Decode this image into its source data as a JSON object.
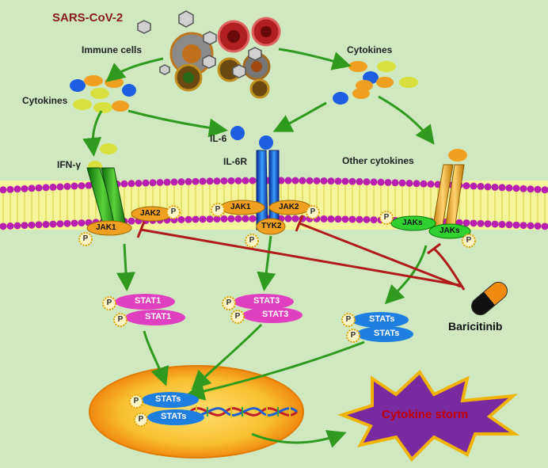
{
  "labels": {
    "virus": "SARS-CoV-2",
    "immune_cells": "Immune cells",
    "cytokines_left": "Cytokines",
    "cytokines_right": "Cytokines",
    "il6": "IL-6",
    "ifn": "IFN-γ",
    "il6r": "IL-6R",
    "other_cytokines": "Other cytokines",
    "jak1_left": "JAK1",
    "jak2_left": "JAK2",
    "jak1_mid": "JAK1",
    "jak2_mid": "JAK2",
    "tyk2": "TYK2",
    "jaks_1": "JAKs",
    "jaks_2": "JAKs",
    "stat1_a": "STAT1",
    "stat1_b": "STAT1",
    "stat3_a": "STAT3",
    "stat3_b": "STAT3",
    "stats_r1": "STATs",
    "stats_r2": "STATs",
    "stats_n1": "STATs",
    "stats_n2": "STATs",
    "baricitinib": "Baricitinib",
    "storm": "Cytokine storm",
    "phospho": "P"
  },
  "colors": {
    "background": "#cfe8c0",
    "arrow_green": "#2f9a1e",
    "inhibit_red": "#b01a1a",
    "membrane_head": "#b81fb0",
    "stat1": "#e040c0",
    "stat3": "#e040c0",
    "stats": "#1f7fe0",
    "storm_fill": "#7a2aa0",
    "storm_border": "#f0b400",
    "nucleus": "#f6a31a"
  }
}
